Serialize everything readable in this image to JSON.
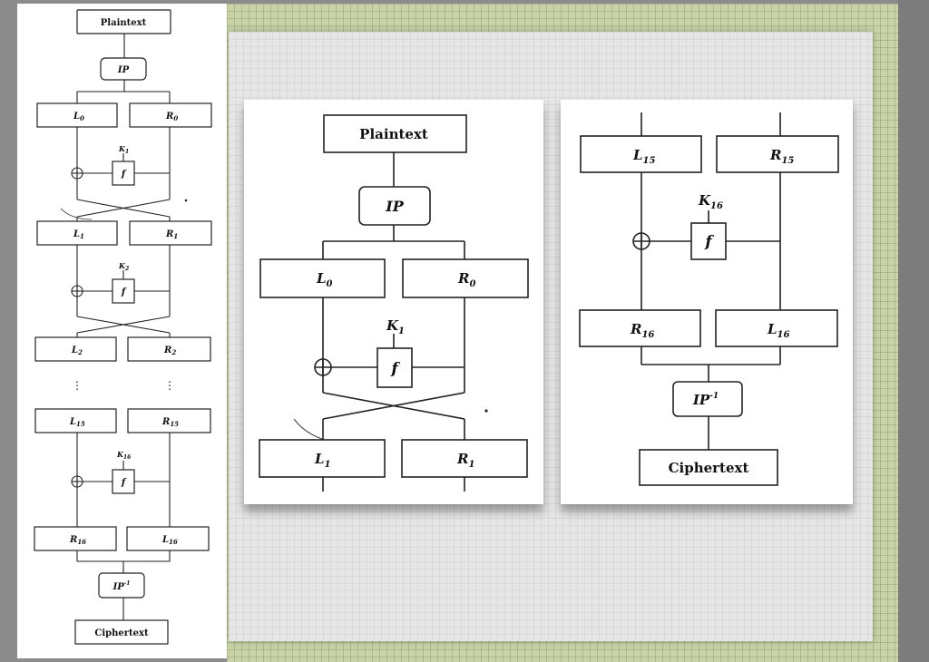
{
  "labels": {
    "plaintext": "Plaintext",
    "ip": "IP",
    "ip_inv": "IP",
    "ip_inv_sup": "-1",
    "ciphertext": "Ciphertext",
    "f": "f",
    "L": "L",
    "R": "R",
    "K": "K",
    "ellipsis": "⋮"
  },
  "subscripts": {
    "s0": "0",
    "s1": "1",
    "s2": "2",
    "s15": "15",
    "s16": "16"
  },
  "colors": {
    "line": "#222222",
    "panel": "#ffffff",
    "slide": "#e6e6e6",
    "grid": "#c9d3a7",
    "frame": "#8c8c8c"
  },
  "diagrams": {
    "left": "full DES structure rounds 1, 2 … 16",
    "middle": "DES initial round detail",
    "right": "DES final round detail"
  }
}
